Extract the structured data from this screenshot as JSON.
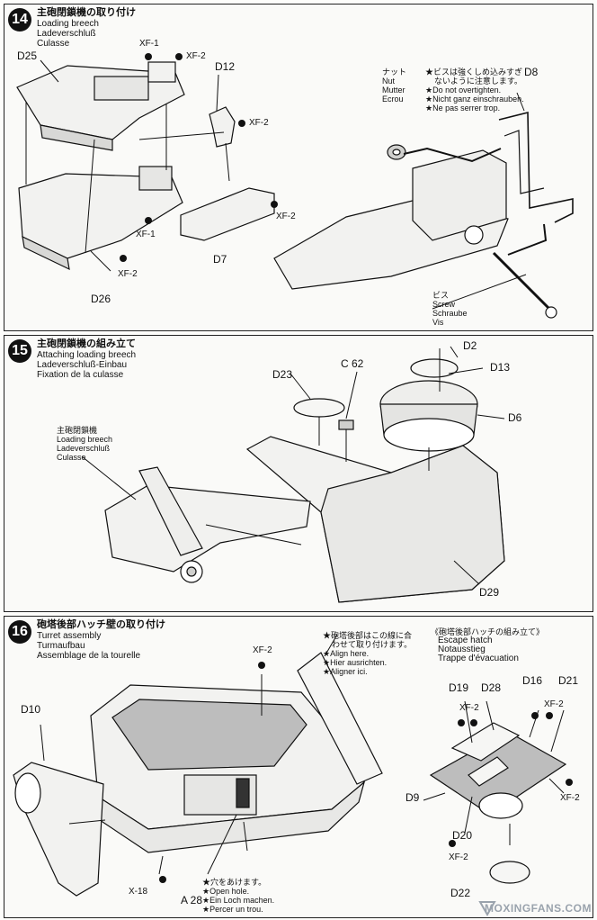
{
  "step14": {
    "number": "14",
    "title_jp": "主砲閉鎖機の取り付け",
    "title_en": "Loading breech",
    "title_de": "Ladeverschluß",
    "title_fr": "Culasse",
    "parts": {
      "d25": "D25",
      "d12": "D12",
      "d7": "D7",
      "d26": "D26",
      "d8": "D8",
      "xf1_a": "XF-1",
      "xf2_a": "XF-2",
      "xf2_b": "XF-2",
      "xf2_c": "XF-2",
      "xf1_b": "XF-1",
      "xf2_d": "XF-2"
    },
    "nut": {
      "jp": "ナット",
      "en": "Nut",
      "de": "Mutter",
      "fr": "Ecrou"
    },
    "screw": {
      "jp": "ビス",
      "en": "Screw",
      "de": "Schraube",
      "fr": "Vis"
    },
    "warning": {
      "jp1": "★ビスは強くしめ込みすぎ",
      "jp2": "ないように注意します。",
      "en": "★Do not overtighten.",
      "de": "★Nicht ganz einschrauben.",
      "fr": "★Ne pas serrer trop."
    }
  },
  "step15": {
    "number": "15",
    "title_jp": "主砲閉鎖機の組み立て",
    "title_en": "Attaching loading breech",
    "title_de": "Ladeverschluß-Einbau",
    "title_fr": "Fixation de la culasse",
    "breech": {
      "jp": "主砲閉鎖機",
      "en": "Loading breech",
      "de": "Ladeverschluß",
      "fr": "Culasse"
    },
    "parts": {
      "d2": "D2",
      "d13": "D13",
      "d23": "D23",
      "c62": "C 62",
      "d6": "D6",
      "d29": "D29"
    }
  },
  "step16": {
    "number": "16",
    "title_jp": "砲塔後部ハッチ壁の取り付け",
    "title_en": "Turret assembly",
    "title_de": "Turmaufbau",
    "title_fr": "Assemblage de la tourelle",
    "align": {
      "jp1": "★砲塔後部はこの線に合",
      "jp2": "わせて取り付けます。",
      "en": "★Align here.",
      "de": "★Hier ausrichten.",
      "fr": "★Aligner ici."
    },
    "hole": {
      "jp": "★穴をあけます。",
      "en": "★Open hole.",
      "de": "★Ein Loch machen.",
      "fr": "★Percer un trou."
    },
    "hatch": {
      "jp": "《砲塔後部ハッチの組み立て》",
      "en": "Escape hatch",
      "de": "Notausstieg",
      "fr": "Trappe d'évacuation"
    },
    "parts": {
      "xf2_top": "XF-2",
      "d10": "D10",
      "x18": "X-18",
      "a28": "A 28",
      "d19": "D19",
      "d28": "D28",
      "d16": "D16",
      "d21": "D21",
      "xf2_h1": "XF-2",
      "xf2_h2": "XF-2",
      "d9": "D9",
      "xf2_h3": "XF-2",
      "d20": "D20",
      "xf2_h4": "XF-2",
      "d22": "D22"
    }
  },
  "watermark": "MOXINGFANS.COM",
  "colors": {
    "ink": "#111111",
    "paper": "#fafaf8",
    "shade": "#bdbdbd",
    "watermark": "#9aa3ad"
  }
}
